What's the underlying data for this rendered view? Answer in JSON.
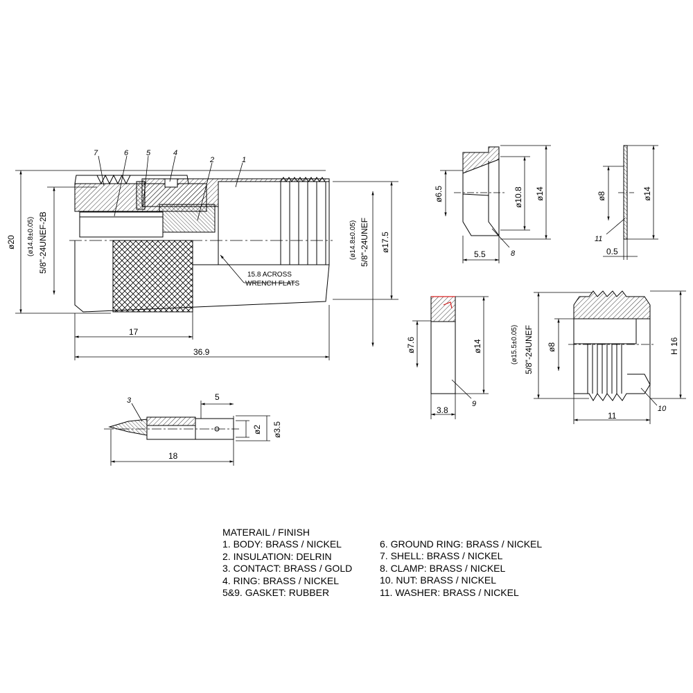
{
  "main_view": {
    "balloons": [
      "7",
      "6",
      "5",
      "4",
      "2",
      "1"
    ],
    "dims": {
      "d20": "ø20",
      "left_thread_tol": "(ø14.8±0.05)",
      "left_thread": "5/8\"-24UNEF-2B",
      "right_thread_tol": "(ø14.8±0.05)",
      "right_thread": "5/8\"-24UNEF",
      "d17_5": "ø17.5",
      "wrench_line1": "15.8 ACROSS",
      "wrench_line2": "WRENCH FLATS",
      "len17": "17",
      "len36_9": "36.9"
    }
  },
  "contact_view": {
    "balloon": "3",
    "dims": {
      "len5": "5",
      "d2": "ø2",
      "d3_5": "ø3.5",
      "len18": "18"
    }
  },
  "clamp_view": {
    "balloon": "8",
    "dims": {
      "d6_5": "ø6.5",
      "d10_8": "ø10.8",
      "d14": "ø14",
      "len5_5": "5.5"
    }
  },
  "washer_view": {
    "balloon": "11",
    "dims": {
      "d8": "ø8",
      "d14": "ø14",
      "len0_5": "0.5"
    }
  },
  "gasket_view": {
    "balloon": "9",
    "dims": {
      "d7_6": "ø7.6",
      "d14": "ø14",
      "len3_8": "3.8"
    }
  },
  "nut_view": {
    "balloon": "10",
    "dims": {
      "thread_tol": "(ø15.5±0.05)",
      "thread": "5/8\"-24UNEF",
      "d8": "ø8",
      "h16": "H 16",
      "len11": "11"
    }
  },
  "materials": {
    "title": "MATERAIL / FINISH",
    "col1": [
      "1. BODY: BRASS / NICKEL",
      "2. INSULATION: DELRIN",
      "3. CONTACT: BRASS / GOLD",
      "4. RING: BRASS / NICKEL",
      "5&9. GASKET: RUBBER"
    ],
    "col2": [
      "6. GROUND RING: BRASS / NICKEL",
      "7. SHELL: BRASS / NICKEL",
      "8. CLAMP: BRASS / NICKEL",
      "10. NUT: BRASS / NICKEL",
      "11. WASHER: BRASS / NICKEL"
    ]
  },
  "colors": {
    "line": "#000000",
    "accent": "#d62020"
  }
}
